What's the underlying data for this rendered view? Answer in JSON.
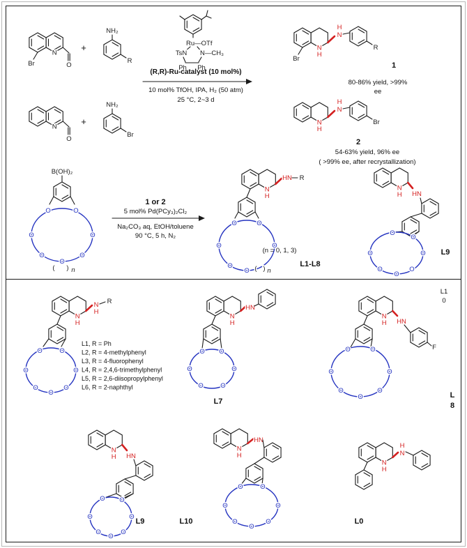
{
  "atoms": {
    "O": "O",
    "N": "N",
    "H": "H",
    "HN": "HN",
    "Br": "Br",
    "NH2": "NH₂",
    "R": "R",
    "F": "F",
    "BOH2": "B(OH)₂",
    "n": "n",
    "plus": "+",
    "lpar": "(",
    "rpar": ")"
  },
  "catalyst": {
    "ru_otf": "Ru—OTf",
    "tsn": "TsN",
    "n_ch3": "N—CH₃",
    "ph": "Ph",
    "label": "(R,R)-Ru-catalyst (10 mol%)"
  },
  "scheme1": {
    "cond1": "10 mol% TfOH, IPA, H₂ (50 atm)",
    "cond2": "25 °C, 2~3 d",
    "p1": {
      "num": "1",
      "y1": "80-86% yield,  >99%",
      "y2": "ee"
    },
    "p2": {
      "num": "2",
      "y1": "54-63% yield, 96% ee",
      "y2": "( >99% ee, after recrystallization)"
    }
  },
  "scheme2": {
    "reagent": "1 or 2",
    "cond1": "5 mol% Pd(PCy₃)₂Cl₂",
    "cond2": "Na₂CO₃ aq, EtOH/toluene",
    "cond3": "90 °C, 5 h, N₂",
    "n_note": "(n = 0, 1, 3)",
    "p_label": "L1-L8",
    "p2_label": "L9"
  },
  "library": {
    "r1": "L1, R = Ph",
    "r2": "L2, R = 4-methylphenyl",
    "r3": "L3, R = 4-fluorophenyl",
    "r4": "L4, R = 2,4,6-trimethylphenyl",
    "r5": "L5, R = 2,6-diisopropylphenyl",
    "r6": "L6, R = 2-naphthyl",
    "l7": "L7",
    "l8a": "L",
    "l8b": "8",
    "l8x1": "L1",
    "l8x2": "0",
    "l9": "L9",
    "l10": "L10",
    "l0": "L0"
  }
}
